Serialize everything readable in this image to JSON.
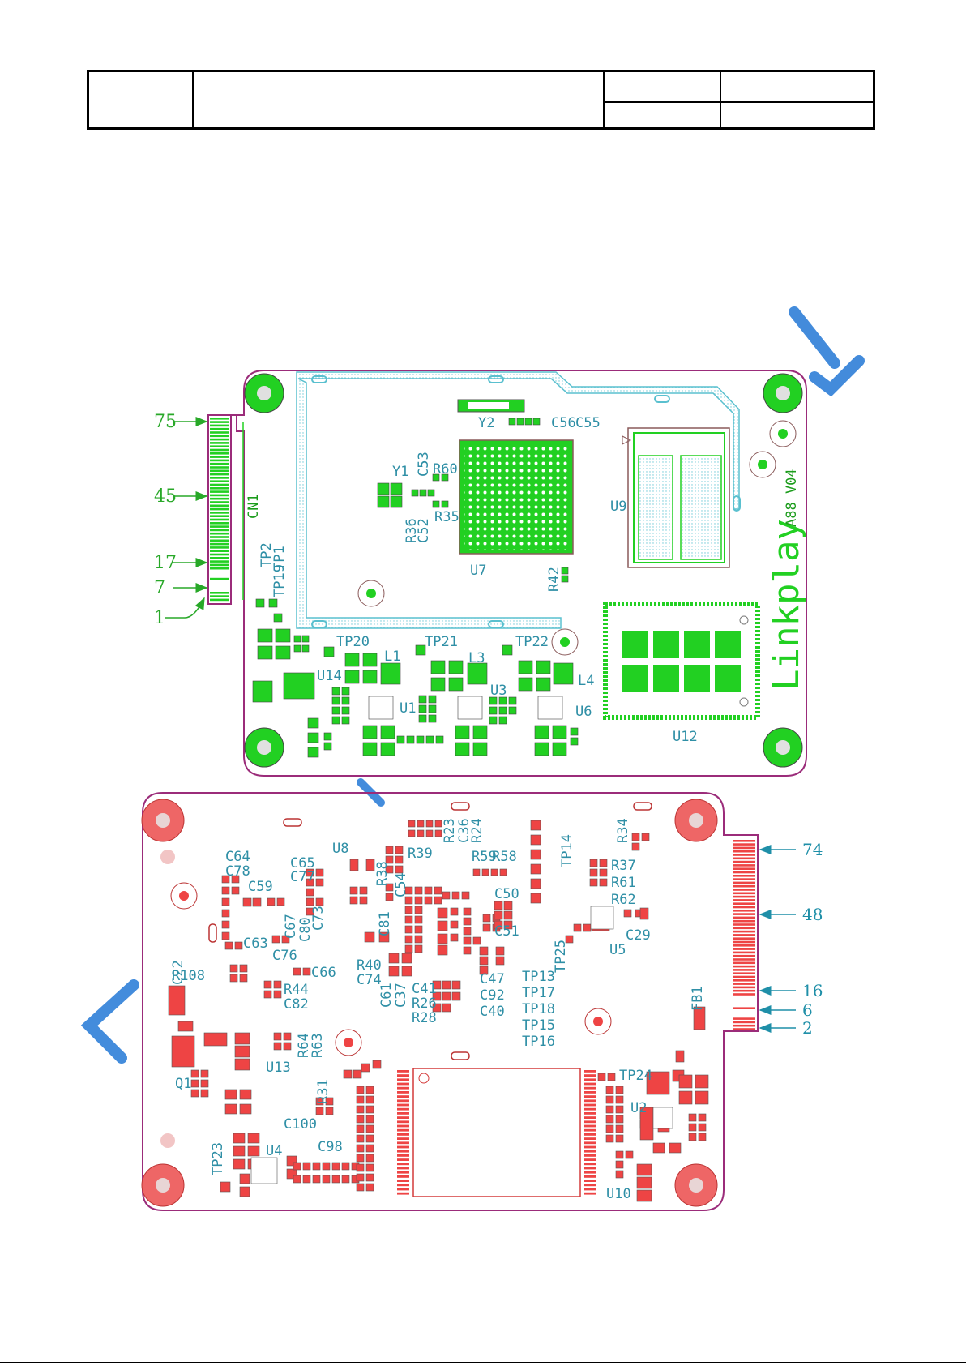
{
  "header": {
    "cells": [
      "",
      "",
      "",
      "",
      "",
      ""
    ]
  },
  "top_board": {
    "version": "A88 V04",
    "brand": "Linkplay",
    "connector": "CN1",
    "pin_labels": [
      "75",
      "45",
      "17",
      "7",
      "1"
    ],
    "labels": [
      "Y2",
      "C56",
      "C55",
      "Y1",
      "C53",
      "R60",
      "R36",
      "C52",
      "R35",
      "U7",
      "R42",
      "U9",
      "TP2",
      "TP19",
      "TP1",
      "TP20",
      "L1",
      "TP21",
      "L3",
      "TP22",
      "L4",
      "U14",
      "U1",
      "U3",
      "U6",
      "U12"
    ]
  },
  "bottom_board": {
    "pin_labels": [
      "74",
      "48",
      "16",
      "6",
      "2"
    ],
    "labels": [
      "U8",
      "R39",
      "R23",
      "C36",
      "R24",
      "R59",
      "R58",
      "TP14",
      "R34",
      "R37",
      "R61",
      "R62",
      "C64",
      "C78",
      "C59",
      "C65",
      "C77",
      "R38",
      "C54",
      "C50",
      "C67",
      "C80",
      "C73",
      "C63",
      "C76",
      "C81",
      "C51",
      "C29",
      "U5",
      "TP25",
      "C22",
      "R108",
      "C66",
      "R40",
      "C74",
      "R44",
      "C82",
      "C61",
      "C37",
      "C41",
      "R26",
      "R28",
      "C47",
      "C92",
      "C40",
      "TP13",
      "TP17",
      "TP18",
      "TP15",
      "TP16",
      "FB1",
      "R64",
      "R63",
      "Q1",
      "U13",
      "R31",
      "C100",
      "C98",
      "TP24",
      "U2",
      "TP23",
      "U4",
      "U10"
    ]
  },
  "colors": {
    "top": "#22d022",
    "top_text": "#1b9c1b",
    "silk_blue": "#2f8fa6",
    "bottom": "#e84040",
    "outline": "#9b2c7a"
  }
}
